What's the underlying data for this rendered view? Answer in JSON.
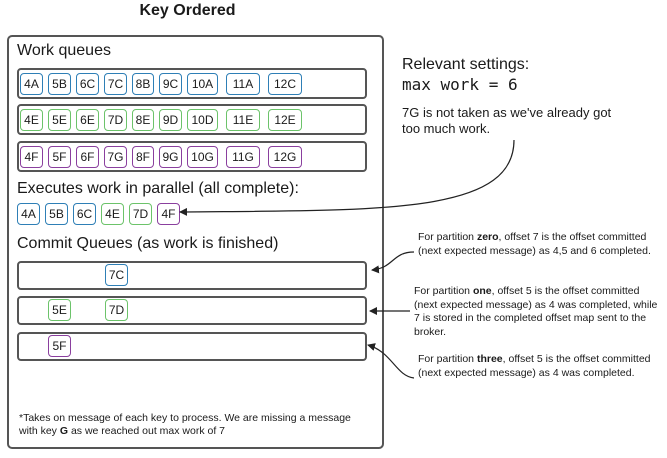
{
  "title": "Key Ordered",
  "work_queues": {
    "label": "Work queues",
    "rows": [
      {
        "color": "#2e7fb6",
        "items": [
          "4A",
          "5B",
          "6C",
          "7C",
          "8B",
          "9C",
          "10A",
          "11A",
          "12C"
        ]
      },
      {
        "color": "#6cc36a",
        "items": [
          "4E",
          "5E",
          "6E",
          "7D",
          "8E",
          "9D",
          "10D",
          "11E",
          "12E"
        ]
      },
      {
        "color": "#8a3f9e",
        "items": [
          "4F",
          "5F",
          "6F",
          "7G",
          "8F",
          "9G",
          "10G",
          "11G",
          "12G"
        ]
      }
    ]
  },
  "parallel": {
    "label": "Executes work in parallel (all complete):",
    "items": [
      {
        "text": "4A",
        "color": "#2e7fb6"
      },
      {
        "text": "5B",
        "color": "#2e7fb6"
      },
      {
        "text": "6C",
        "color": "#2e7fb6"
      },
      {
        "text": "4E",
        "color": "#6cc36a"
      },
      {
        "text": "7D",
        "color": "#6cc36a"
      },
      {
        "text": "4F",
        "color": "#8a3f9e"
      }
    ]
  },
  "commit_queues": {
    "label": "Commit Queues (as work is finished)",
    "rows": [
      {
        "items": [
          {
            "text": "7C",
            "color": "#2e7fb6"
          }
        ]
      },
      {
        "items": [
          {
            "text": "5E",
            "color": "#6cc36a"
          },
          {
            "text": "7D",
            "color": "#6cc36a"
          }
        ]
      },
      {
        "items": [
          {
            "text": "5F",
            "color": "#8a3f9e"
          }
        ]
      }
    ]
  },
  "settings": {
    "title": "Relevant settings:",
    "value": "max work = 6",
    "note": "7G is not taken as we've already got too much work."
  },
  "partition_notes": [
    {
      "pre": "For partition ",
      "bold": "zero",
      "post": ", offset 7 is the offset committed (next expected message) as 4,5 and 6 completed."
    },
    {
      "pre": "For partition ",
      "bold": "one",
      "post": ", offset 5 is the offset committed (next expected message) as 4 was completed, while 7 is stored in the completed offset map sent to the broker."
    },
    {
      "pre": "For partition ",
      "bold": "three",
      "post": ", offset 5 is the offset committed (next expected message) as 4 was completed."
    }
  ],
  "footnote": {
    "pre": "*Takes on message of each key to process. We are missing a message with key ",
    "bold": "G",
    "post": " as we reached out max work of 7"
  }
}
